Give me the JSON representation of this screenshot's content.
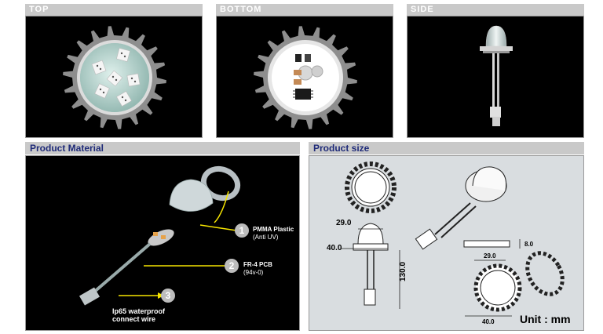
{
  "views": {
    "top": "TOP",
    "bottom": "BOTTOM",
    "side": "SIDE"
  },
  "material": {
    "title": "Product Material",
    "callouts": [
      {
        "num": "1",
        "name": "PMMA Plastic",
        "detail": "(Anti UV)"
      },
      {
        "num": "2",
        "name": "FR-4 PCB",
        "detail": "(94v-0)"
      },
      {
        "num": "3",
        "name": "Ip65 waterproof",
        "detail": "connect wire"
      }
    ]
  },
  "size": {
    "title": "Product size",
    "dims": {
      "dome_width": "29.0",
      "base_width": "40.0",
      "height": "130.0",
      "thickness": "8.0",
      "inner_width": "29.0",
      "outer_width": "40.0"
    },
    "unit": "Unit : mm"
  },
  "colors": {
    "header_text": "#1e2a78",
    "header_bg": "#c9c9c9",
    "arrow": "#f5e400"
  }
}
